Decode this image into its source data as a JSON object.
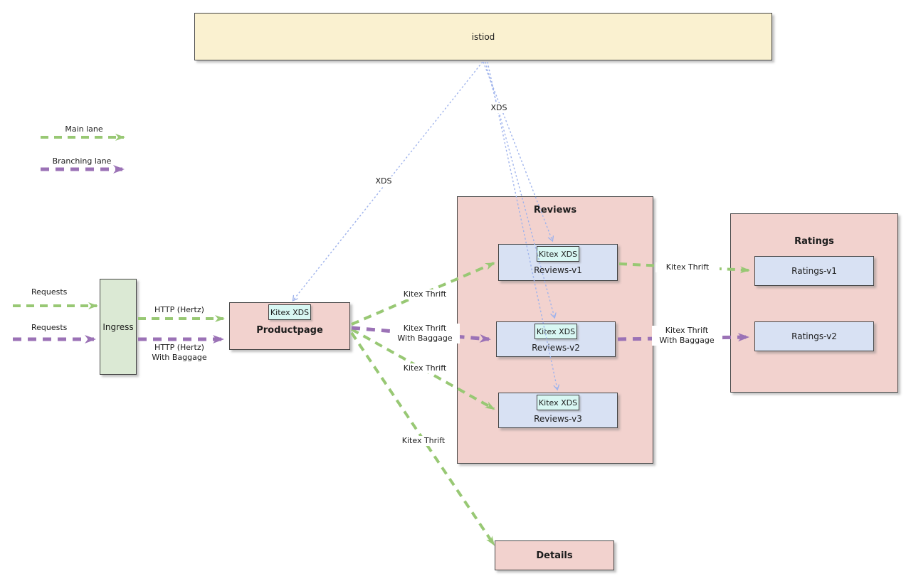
{
  "legend": {
    "main_lane": "Main lane",
    "branching_lane": "Branching lane"
  },
  "nodes": {
    "istiod": "istiod",
    "ingress": "Ingress",
    "productpage": "Productpage",
    "reviews_group": "Reviews",
    "reviews_v1": "Reviews-v1",
    "reviews_v2": "Reviews-v2",
    "reviews_v3": "Reviews-v3",
    "ratings_group": "Ratings",
    "ratings_v1": "Ratings-v1",
    "ratings_v2": "Ratings-v2",
    "details": "Details",
    "kitex_xds_badge": "Kitex XDS"
  },
  "edge_labels": {
    "requests_main": "Requests",
    "requests_branch": "Requests",
    "http_hertz": "HTTP (Hertz)",
    "http_hertz_baggage": "HTTP (Hertz)\nWith Baggage",
    "xds_productpage": "XDS",
    "xds_reviews": "XDS",
    "kitex_thrift_v1": "Kitex Thrift",
    "kitex_thrift_baggage": "Kitex Thrift\nWith Baggage",
    "kitex_thrift_v3": "Kitex Thrift",
    "kitex_thrift_details": "Kitex Thrift",
    "kitex_thrift_ratings": "Kitex Thrift",
    "kitex_thrift_ratings_baggage": "Kitex Thrift\nWith Baggage"
  },
  "colors": {
    "main_lane_green": "#98c874",
    "branching_lane_purple": "#9b72b6",
    "xds_blue": "#9fb3ec",
    "istiod_fill": "#faf1d0",
    "group_fill_pink": "#f2d2ce",
    "ingress_fill_green": "#dbe9d4",
    "service_fill_blue": "#d8e1f3",
    "badge_fill_cyan": "#d8f7f3"
  }
}
